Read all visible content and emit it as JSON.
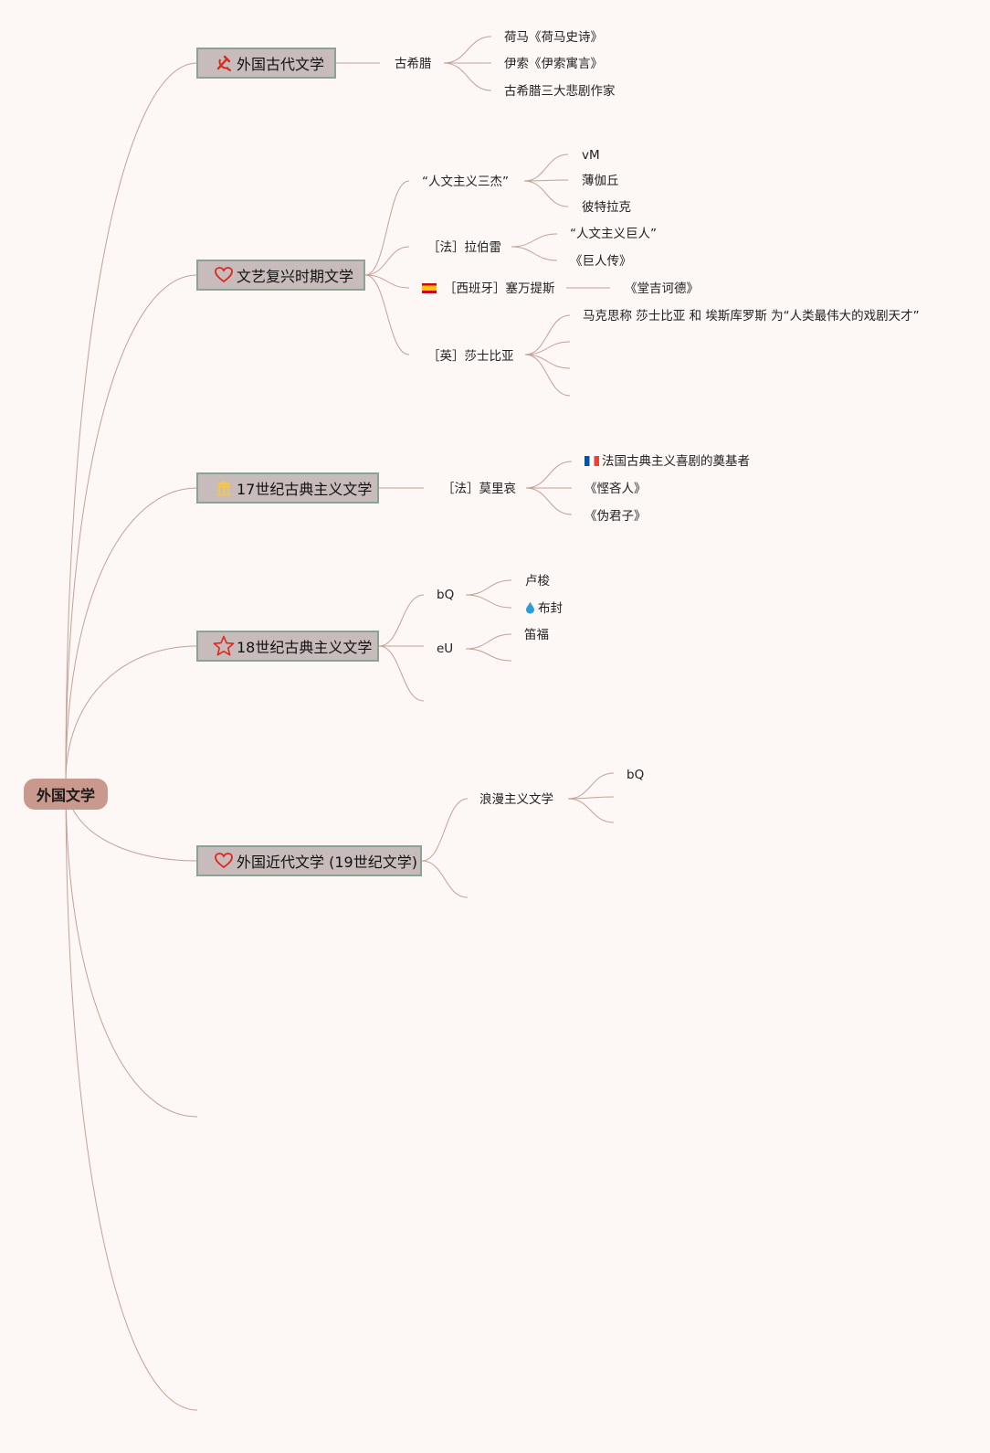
{
  "root": {
    "label": "外国文学"
  },
  "colors": {
    "line": "#c4a197",
    "root_bg": "#c9998e",
    "branch_bg": "#c7bcbb",
    "branch_border": "#8aa392",
    "background": "#fdf7f6"
  },
  "branches": [
    {
      "label": "外国古代文学",
      "icon": "hammer-sickle-icon",
      "children": [
        {
          "label": "古希腊",
          "children": [
            "荷马《荷马史诗》",
            "伊索《伊索寓言》",
            "古希腊三大悲剧作家"
          ]
        }
      ]
    },
    {
      "label": "文艺复兴时期文学",
      "icon": "heart-icon",
      "children": [
        {
          "label": "“人文主义三杰”",
          "children": [
            "vM",
            "薄伽丘",
            "彼特拉克"
          ]
        },
        {
          "label": "［法］拉伯雷",
          "children": [
            "“人文主义巨人”",
            "《巨人传》"
          ]
        },
        {
          "label": "［西班牙］塞万提斯",
          "flag": "spain-flag-icon",
          "children": [
            "《堂吉诃德》"
          ]
        },
        {
          "label": "［英］莎士比亚",
          "children": [
            "马克思称 莎士比亚 和 埃斯库罗斯 为“人类最伟大的戏剧天才”"
          ]
        }
      ]
    },
    {
      "label": "17世纪古典主义文学",
      "icon": "temple-icon",
      "children": [
        {
          "label": "［法］莫里哀",
          "children": [
            "法国古典主义喜剧的奠基者",
            "《悭吝人》",
            "《伪君子》"
          ]
        }
      ]
    },
    {
      "label": "18世纪古典主义文学",
      "icon": "star-icon",
      "children": [
        {
          "label": "bQ",
          "children": [
            "卢梭",
            "布封"
          ]
        },
        {
          "label": "eU",
          "children": [
            "笛福"
          ]
        }
      ]
    },
    {
      "label": "外国近代文学 (19世纪文学)",
      "icon": "heart-icon",
      "children": [
        {
          "label": "浪漫主义文学",
          "children": [
            "bQ"
          ]
        }
      ]
    }
  ]
}
